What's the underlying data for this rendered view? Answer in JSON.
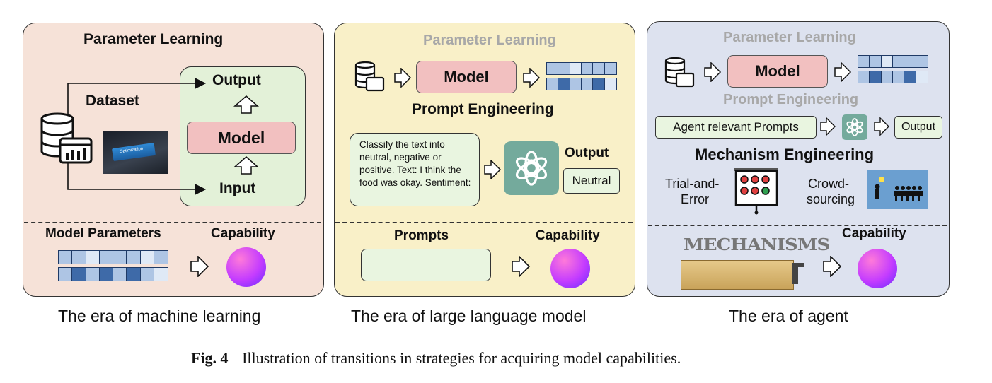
{
  "panel1": {
    "title": "Parameter Learning",
    "dataset": "Dataset",
    "output": "Output",
    "model": "Model",
    "input": "Input",
    "model_parameters": "Model Parameters",
    "capability": "Capability",
    "image_text": "Optimization",
    "era": "The era of machine learning"
  },
  "panel2": {
    "parameter_learning": "Parameter Learning",
    "model": "Model",
    "prompt_engineering": "Prompt Engineering",
    "prompt_text": "Classify  the text into neutral, negative or positive. Text: I think the food was okay. Sentiment:",
    "output": "Output",
    "neutral": "Neutral",
    "prompts": "Prompts",
    "capability": "Capability",
    "era": "The era of large language model"
  },
  "panel3": {
    "parameter_learning": "Parameter Learning",
    "model": "Model",
    "prompt_engineering": "Prompt Engineering",
    "agent_prompts": "Agent relevant Prompts",
    "output": "Output",
    "mechanism_engineering": "Mechanism  Engineering",
    "trial_line1": "Trial-and-",
    "trial_line2": "Error",
    "crowd_line1": "Crowd-",
    "crowd_line2": "sourcing",
    "mechanisms_word": "MECHANISMS",
    "capability": "Capability",
    "era": "The era of agent"
  },
  "caption": {
    "label": "Fig. 4",
    "text": "Illustration of transitions in strategies for acquiring model capabilities."
  },
  "colors": {
    "panel1_bg": "#f6e2d8",
    "panel2_bg": "#f9f0c8",
    "panel3_bg": "#dde2ef",
    "model_box": "#f2c0c0",
    "green_box": "#e3f1d8",
    "param_dark": "#3e6aa8",
    "param_light": "#aec5e4",
    "param_pale": "#dfe9f6"
  },
  "icons": [
    "database-icon",
    "chart-window-icon",
    "openai-logo-icon",
    "brain-capability-icon",
    "hollow-arrow-icon",
    "trial-error-board-icon",
    "crowd-people-icon"
  ]
}
